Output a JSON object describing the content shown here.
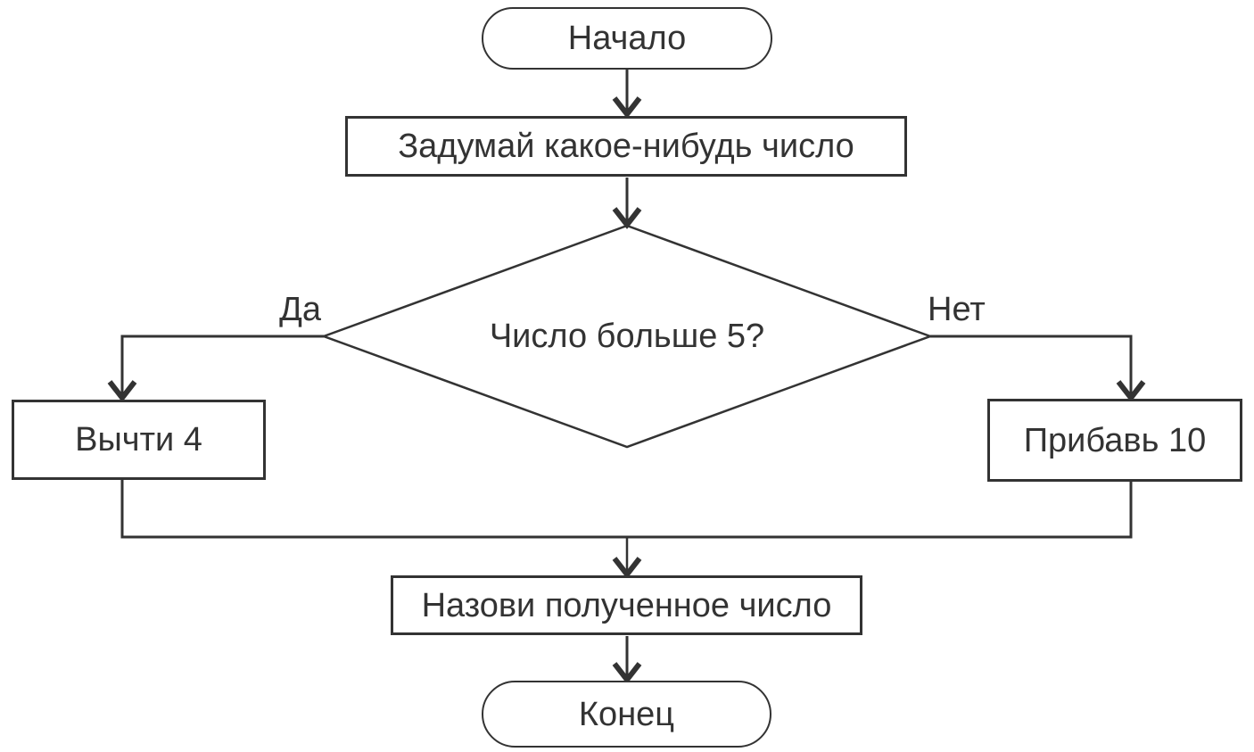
{
  "flowchart": {
    "nodes": {
      "start": {
        "type": "terminal",
        "label": "Начало"
      },
      "think": {
        "type": "process",
        "label": "Задумай какое-нибудь число"
      },
      "decision": {
        "type": "decision",
        "label": "Число больше 5?"
      },
      "subtract": {
        "type": "process",
        "label": "Вычти 4"
      },
      "add": {
        "type": "process",
        "label": "Прибавь 10"
      },
      "say": {
        "type": "process",
        "label": "Назови полученное число"
      },
      "end": {
        "type": "terminal",
        "label": "Конец"
      }
    },
    "branch_labels": {
      "yes": "Да",
      "no": "Нет"
    },
    "edges": [
      {
        "from": "start",
        "to": "think"
      },
      {
        "from": "think",
        "to": "decision"
      },
      {
        "from": "decision",
        "to": "subtract",
        "label": "Да"
      },
      {
        "from": "decision",
        "to": "add",
        "label": "Нет"
      },
      {
        "from": "subtract",
        "to": "say"
      },
      {
        "from": "add",
        "to": "say"
      },
      {
        "from": "say",
        "to": "end"
      }
    ],
    "colors": {
      "stroke": "#333333",
      "text": "#333333",
      "background": "#ffffff"
    }
  }
}
